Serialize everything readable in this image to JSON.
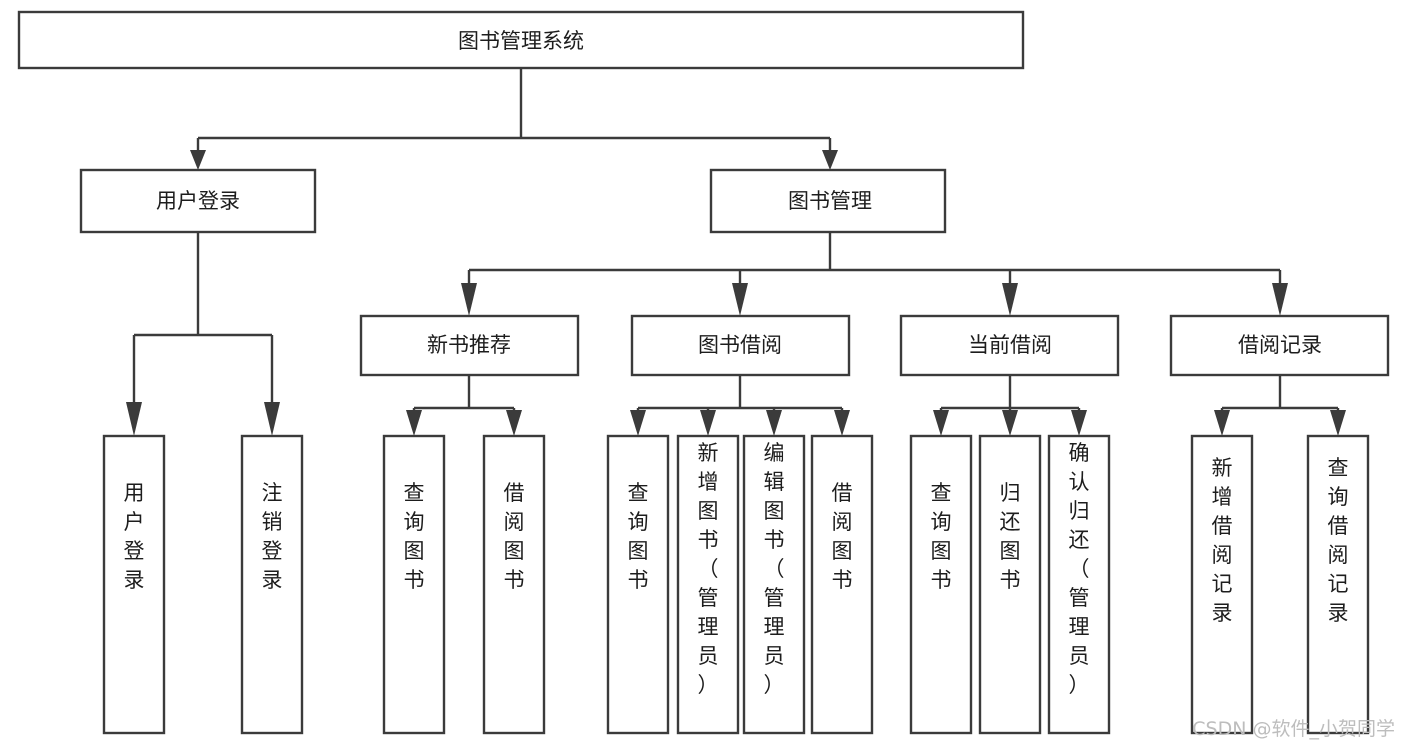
{
  "diagram": {
    "type": "tree-hierarchy",
    "title_node": {
      "id": "root",
      "label": "图书管理系统"
    },
    "level2": [
      {
        "id": "user-login",
        "label": "用户登录"
      },
      {
        "id": "book-manage",
        "label": "图书管理"
      }
    ],
    "level3": [
      {
        "id": "new-book-rec",
        "label": "新书推荐",
        "parent": "book-manage"
      },
      {
        "id": "book-borrow",
        "label": "图书借阅",
        "parent": "book-manage"
      },
      {
        "id": "current-borrow",
        "label": "当前借阅",
        "parent": "book-manage"
      },
      {
        "id": "borrow-record",
        "label": "借阅记录",
        "parent": "book-manage"
      }
    ],
    "leaves": [
      {
        "id": "leaf-user-login",
        "label": "用户登录",
        "parent": "user-login"
      },
      {
        "id": "leaf-user-logout",
        "label": "注销登录",
        "parent": "user-login"
      },
      {
        "id": "leaf-query-book-1",
        "label": "查询图书",
        "parent": "new-book-rec"
      },
      {
        "id": "leaf-borrow-book-1",
        "label": "借阅图书",
        "parent": "new-book-rec"
      },
      {
        "id": "leaf-query-book-2",
        "label": "查询图书",
        "parent": "book-borrow"
      },
      {
        "id": "leaf-add-book",
        "label": "新增图书（管理员）",
        "parent": "book-borrow"
      },
      {
        "id": "leaf-edit-book",
        "label": "编辑图书（管理员）",
        "parent": "book-borrow"
      },
      {
        "id": "leaf-borrow-book-2",
        "label": "借阅图书",
        "parent": "book-borrow"
      },
      {
        "id": "leaf-query-book-3",
        "label": "查询图书",
        "parent": "current-borrow"
      },
      {
        "id": "leaf-return-book",
        "label": "归还图书",
        "parent": "current-borrow"
      },
      {
        "id": "leaf-confirm-return",
        "label": "确认归还（管理员）",
        "parent": "current-borrow"
      },
      {
        "id": "leaf-add-record",
        "label": "新增借阅记录",
        "parent": "borrow-record"
      },
      {
        "id": "leaf-query-record",
        "label": "查询借阅记录",
        "parent": "borrow-record"
      }
    ],
    "watermark": "CSDN @软件_小贺同学",
    "colors": {
      "stroke": "#3b3b3b",
      "fill": "#ffffff",
      "text": "#1d1d1d",
      "watermark": "#bdbdbd"
    }
  }
}
